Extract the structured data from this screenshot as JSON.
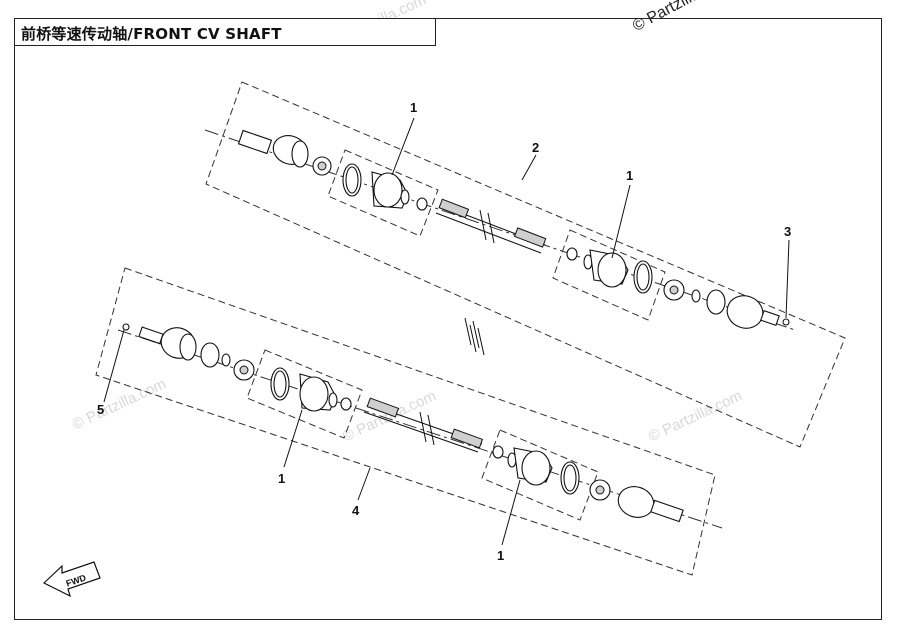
{
  "title": "前桥等速传动轴/FRONT CV SHAFT",
  "copyright": "© Partzilla",
  "watermark": "© Partzilla.com",
  "callouts": {
    "c1a": "1",
    "c1b": "1",
    "c1c": "1",
    "c1d": "1",
    "c2": "2",
    "c3": "3",
    "c4": "4",
    "c5": "5"
  },
  "fwd_label": "FWD"
}
